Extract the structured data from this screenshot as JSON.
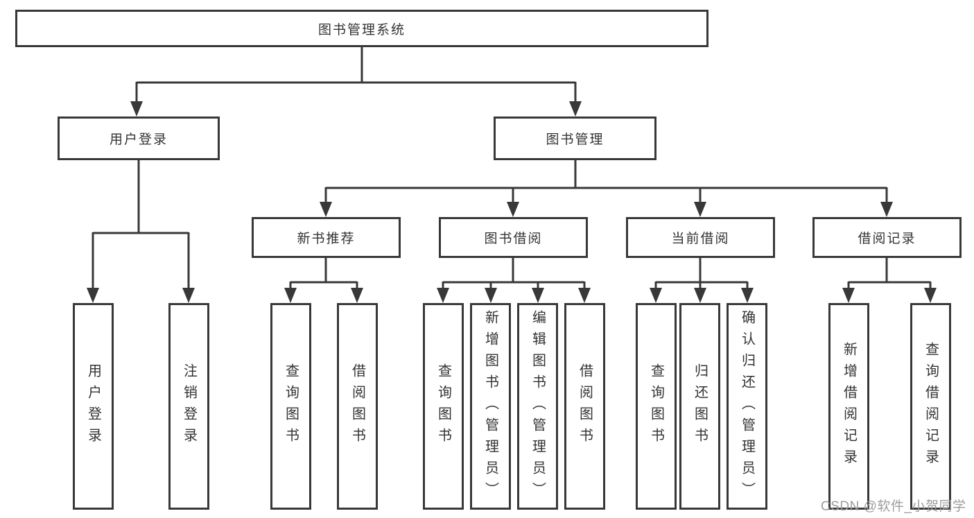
{
  "tree": {
    "label": "图书管理系统",
    "children": [
      {
        "label": "用户登录",
        "children": [
          {
            "label": "用户登录"
          },
          {
            "label": "注销登录"
          }
        ]
      },
      {
        "label": "图书管理",
        "children": [
          {
            "label": "新书推荐",
            "children": [
              {
                "label": "查询图书"
              },
              {
                "label": "借阅图书"
              }
            ]
          },
          {
            "label": "图书借阅",
            "children": [
              {
                "label": "查询图书"
              },
              {
                "label": "新增图书（管理员）"
              },
              {
                "label": "编辑图书（管理员）"
              },
              {
                "label": "借阅图书"
              }
            ]
          },
          {
            "label": "当前借阅",
            "children": [
              {
                "label": "查询图书"
              },
              {
                "label": "归还图书"
              },
              {
                "label": "确认归还（管理员）"
              }
            ]
          },
          {
            "label": "借阅记录",
            "children": [
              {
                "label": "新增借阅记录"
              },
              {
                "label": "查询借阅记录"
              }
            ]
          }
        ]
      }
    ]
  },
  "watermark": {
    "text": "CSDN @软件_小贺同学"
  },
  "colors": {
    "line": "#383838",
    "text": "#333333",
    "watermark": "#9c9c9c",
    "background": "#ffffff"
  }
}
